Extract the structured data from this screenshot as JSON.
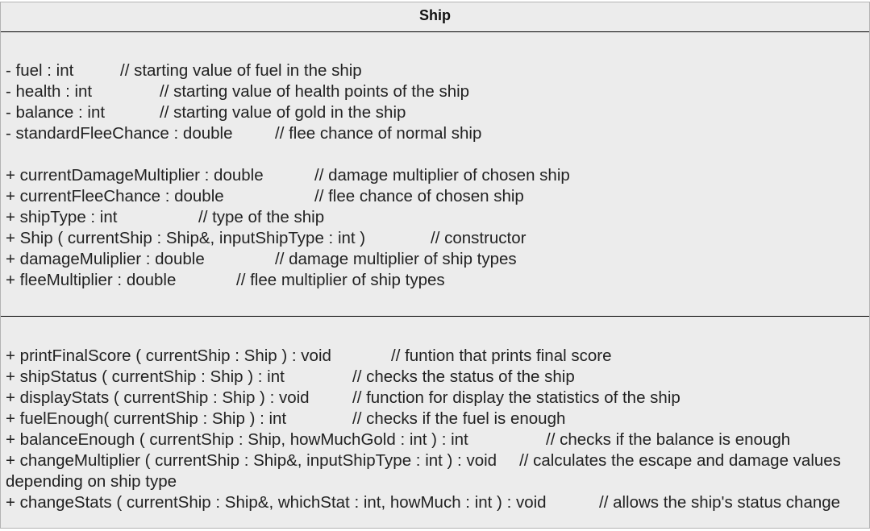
{
  "class_name": "Ship",
  "attributes": [
    {
      "sig": "- fuel : int",
      "comment": "// starting value of fuel in the ship"
    },
    {
      "sig": "- health : int",
      "comment": "// starting value of health points of the ship"
    },
    {
      "sig": "- balance : int",
      "comment": "// starting value of gold in the ship"
    },
    {
      "sig": "- standardFleeChance : double",
      "comment": "// flee chance of normal ship"
    },
    {
      "sig": "+ currentDamageMultiplier : double",
      "comment": "// damage multiplier of chosen ship"
    },
    {
      "sig": "+ currentFleeChance : double",
      "comment": "// flee chance of chosen ship"
    },
    {
      "sig": "+ shipType : int",
      "comment": "// type of the ship"
    },
    {
      "sig": "+ Ship ( currentShip : Ship&, inputShipType : int )",
      "comment": "// constructor"
    },
    {
      "sig": "+ damageMuliplier : double",
      "comment": "// damage multiplier of ship types"
    },
    {
      "sig": "+ fleeMultiplier : double",
      "comment": "// flee multiplier of ship types"
    }
  ],
  "operations": [
    {
      "sig": "+ printFinalScore ( currentShip : Ship ) : void",
      "comment": "// funtion that prints final score"
    },
    {
      "sig": "+ shipStatus ( currentShip : Ship ) : int",
      "comment": "// checks the status of the ship"
    },
    {
      "sig": "+ displayStats ( currentShip : Ship ) : void",
      "comment": "// function for display the statistics of the ship"
    },
    {
      "sig": "+ fuelEnough( currentShip : Ship ) : int",
      "comment": "// checks if the fuel is enough"
    },
    {
      "sig": "+ balanceEnough ( currentShip : Ship, howMuchGold : int ) : int",
      "comment": "// checks if the balance is enough"
    },
    {
      "sig": "+ changeMultiplier ( currentShip : Ship&, inputShipType : int ) : void",
      "comment": "// calculates the escape and damage values depending on ship type"
    },
    {
      "sig": "+ changeStats ( currentShip : Ship&, whichStat : int, howMuch : int ) : void",
      "comment": "// allows the ship's status change"
    }
  ]
}
